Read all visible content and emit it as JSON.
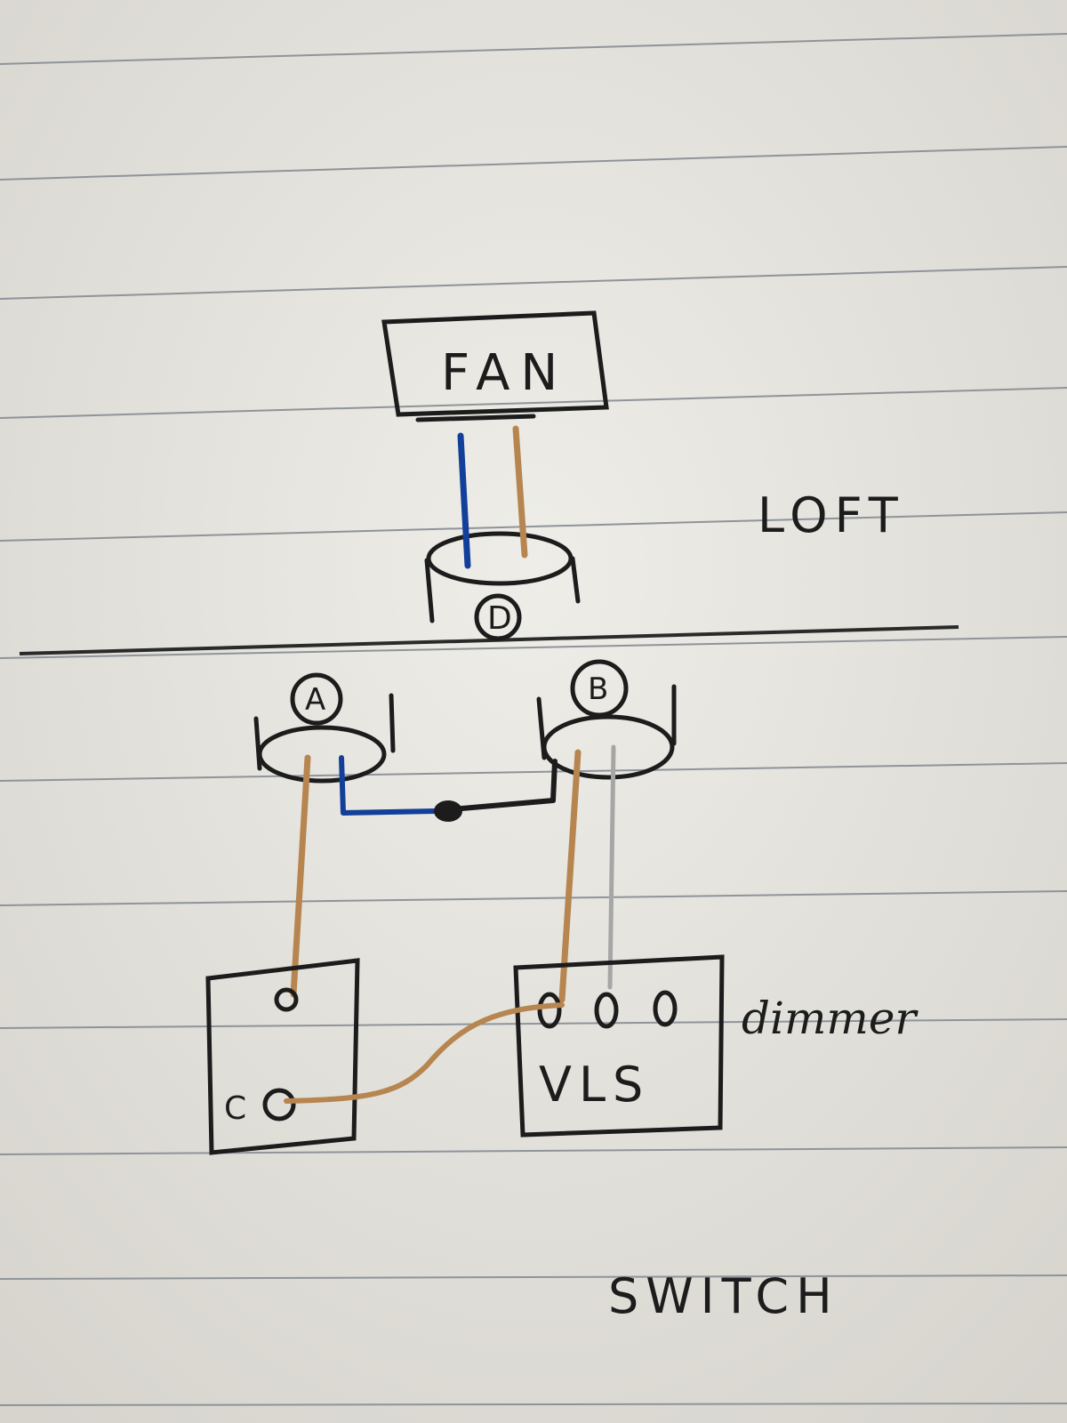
{
  "labels": {
    "fan": "FAN",
    "loft": "LOFT",
    "junction_d": "D",
    "junction_a": "A",
    "junction_b": "B",
    "dimmer": "dimmer",
    "terminals": "VLS",
    "switch_c": "C",
    "switch": "SWITCH"
  },
  "colors": {
    "paper": "#e6e4de",
    "ruled_line": "#8e949a",
    "ink": "#1c1c1c",
    "brown_wire": "#b7854f",
    "blue_wire": "#123f99",
    "grey_wire": "#a6a6a6"
  }
}
